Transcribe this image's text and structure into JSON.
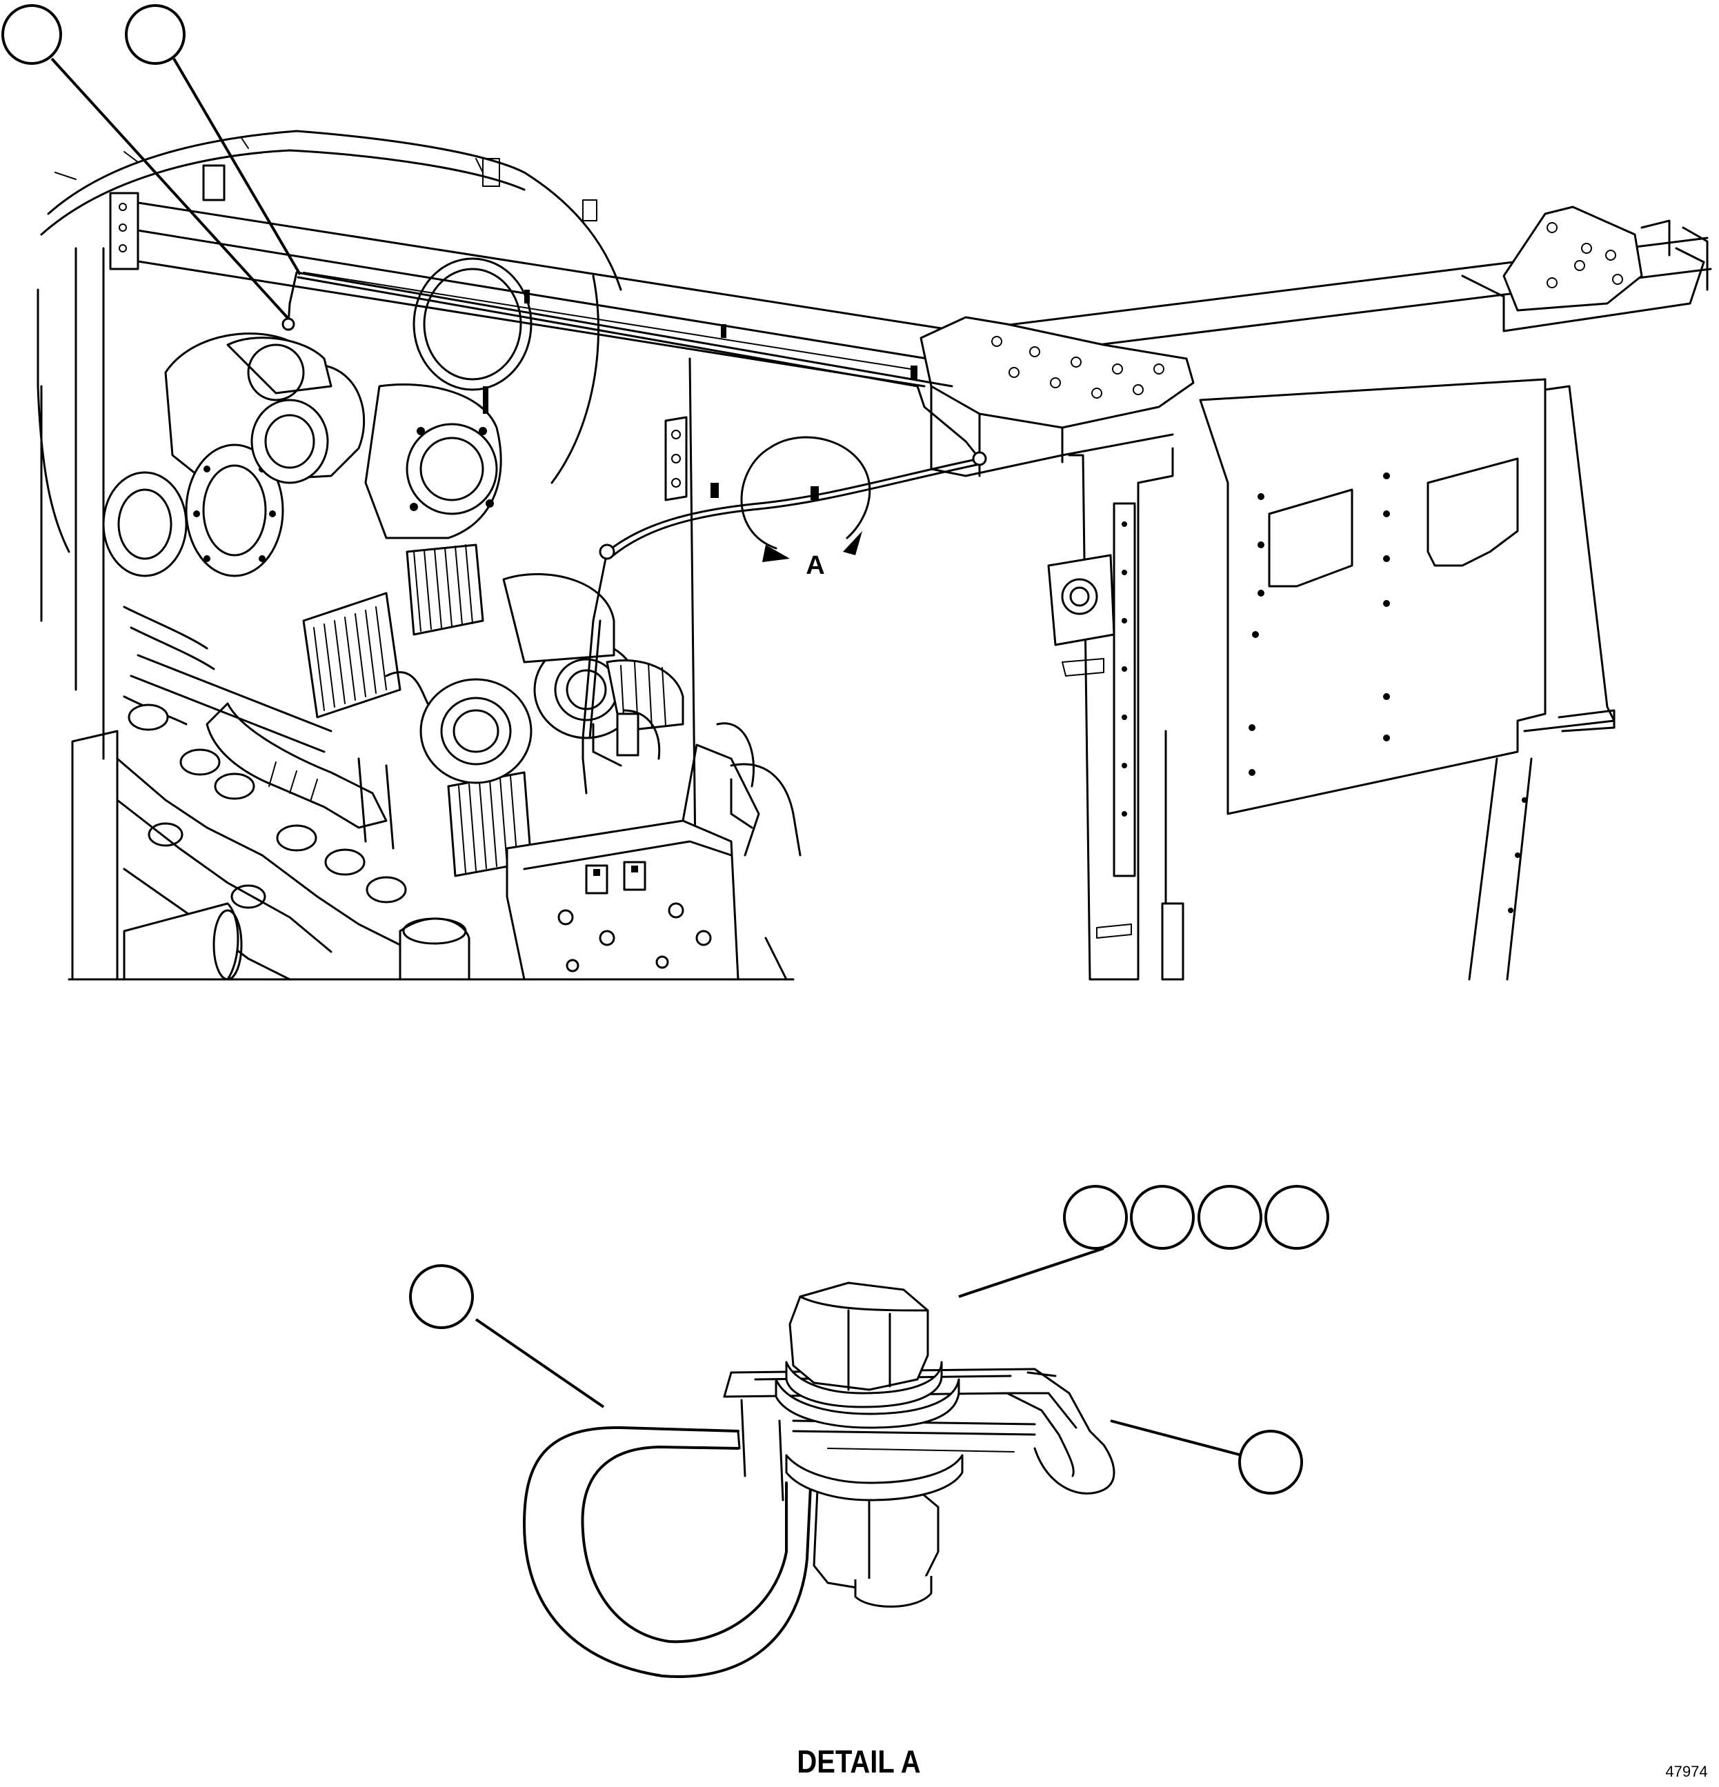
{
  "main_view": {
    "detail_marker_label": "A",
    "callouts": [
      {
        "id": "c1",
        "text": ""
      },
      {
        "id": "c2",
        "text": ""
      }
    ]
  },
  "detail_view": {
    "title": "DETAIL A",
    "callouts": [
      {
        "id": "c3",
        "text": ""
      },
      {
        "id": "c4",
        "text": ""
      },
      {
        "id": "c5",
        "text": ""
      },
      {
        "id": "c6",
        "text": ""
      },
      {
        "id": "c7",
        "text": ""
      },
      {
        "id": "c8",
        "text": ""
      }
    ]
  },
  "figure_number": "47974"
}
